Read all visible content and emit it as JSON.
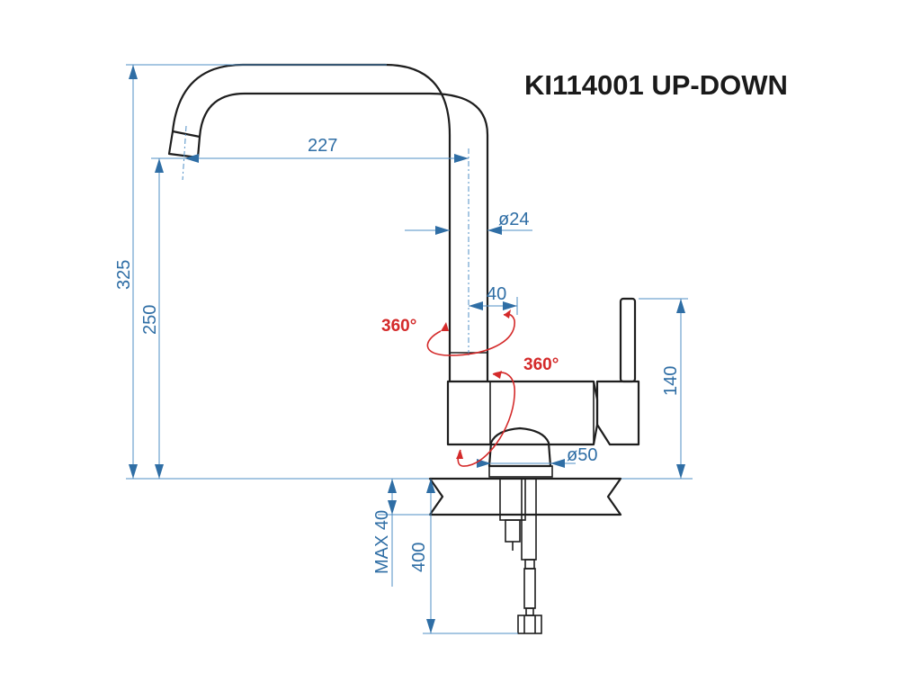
{
  "title": "KI114001 UP-DOWN",
  "dimensions": {
    "total_height": "325",
    "spout_height": "250",
    "reach": "227",
    "pipe_diameter": "ø24",
    "pipe_offset": "40",
    "lever_height": "140",
    "base_diameter": "ø50",
    "max_thickness": "MAX 40",
    "hose_length": "400"
  },
  "rotations": {
    "spout": "360°",
    "body": "360°"
  },
  "colors": {
    "outline": "#1e1e1e",
    "dimension": "#2f6ea5",
    "rotation": "#d42a2a"
  }
}
